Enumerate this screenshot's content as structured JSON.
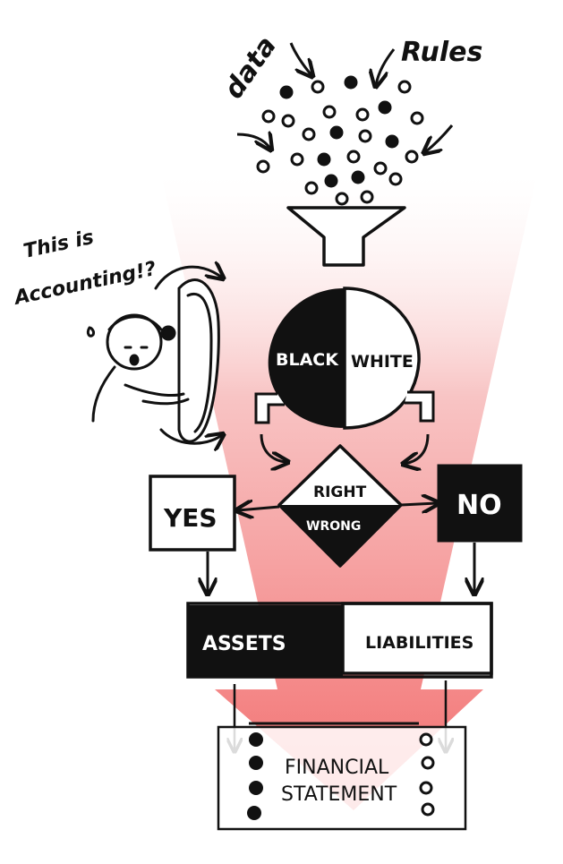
{
  "labels": {
    "data": "data",
    "rules": "Rules",
    "black": "BLACK",
    "white": "WHITE",
    "right": "RIGHT",
    "wrong": "WRONG",
    "yes": "YES",
    "no": "NO",
    "assets": "ASSETS",
    "liabilities": "LIABILITIES",
    "statement_line1": "FINANCIAL",
    "statement_line2": "STATEMENT",
    "exclaim_line1": "This is",
    "exclaim_line2": "Accounting!?"
  },
  "colors": {
    "ink": "#111111",
    "funnel_top": "#ffffff",
    "funnel_bottom": "#f26f6f",
    "paper": "#ffffff"
  }
}
